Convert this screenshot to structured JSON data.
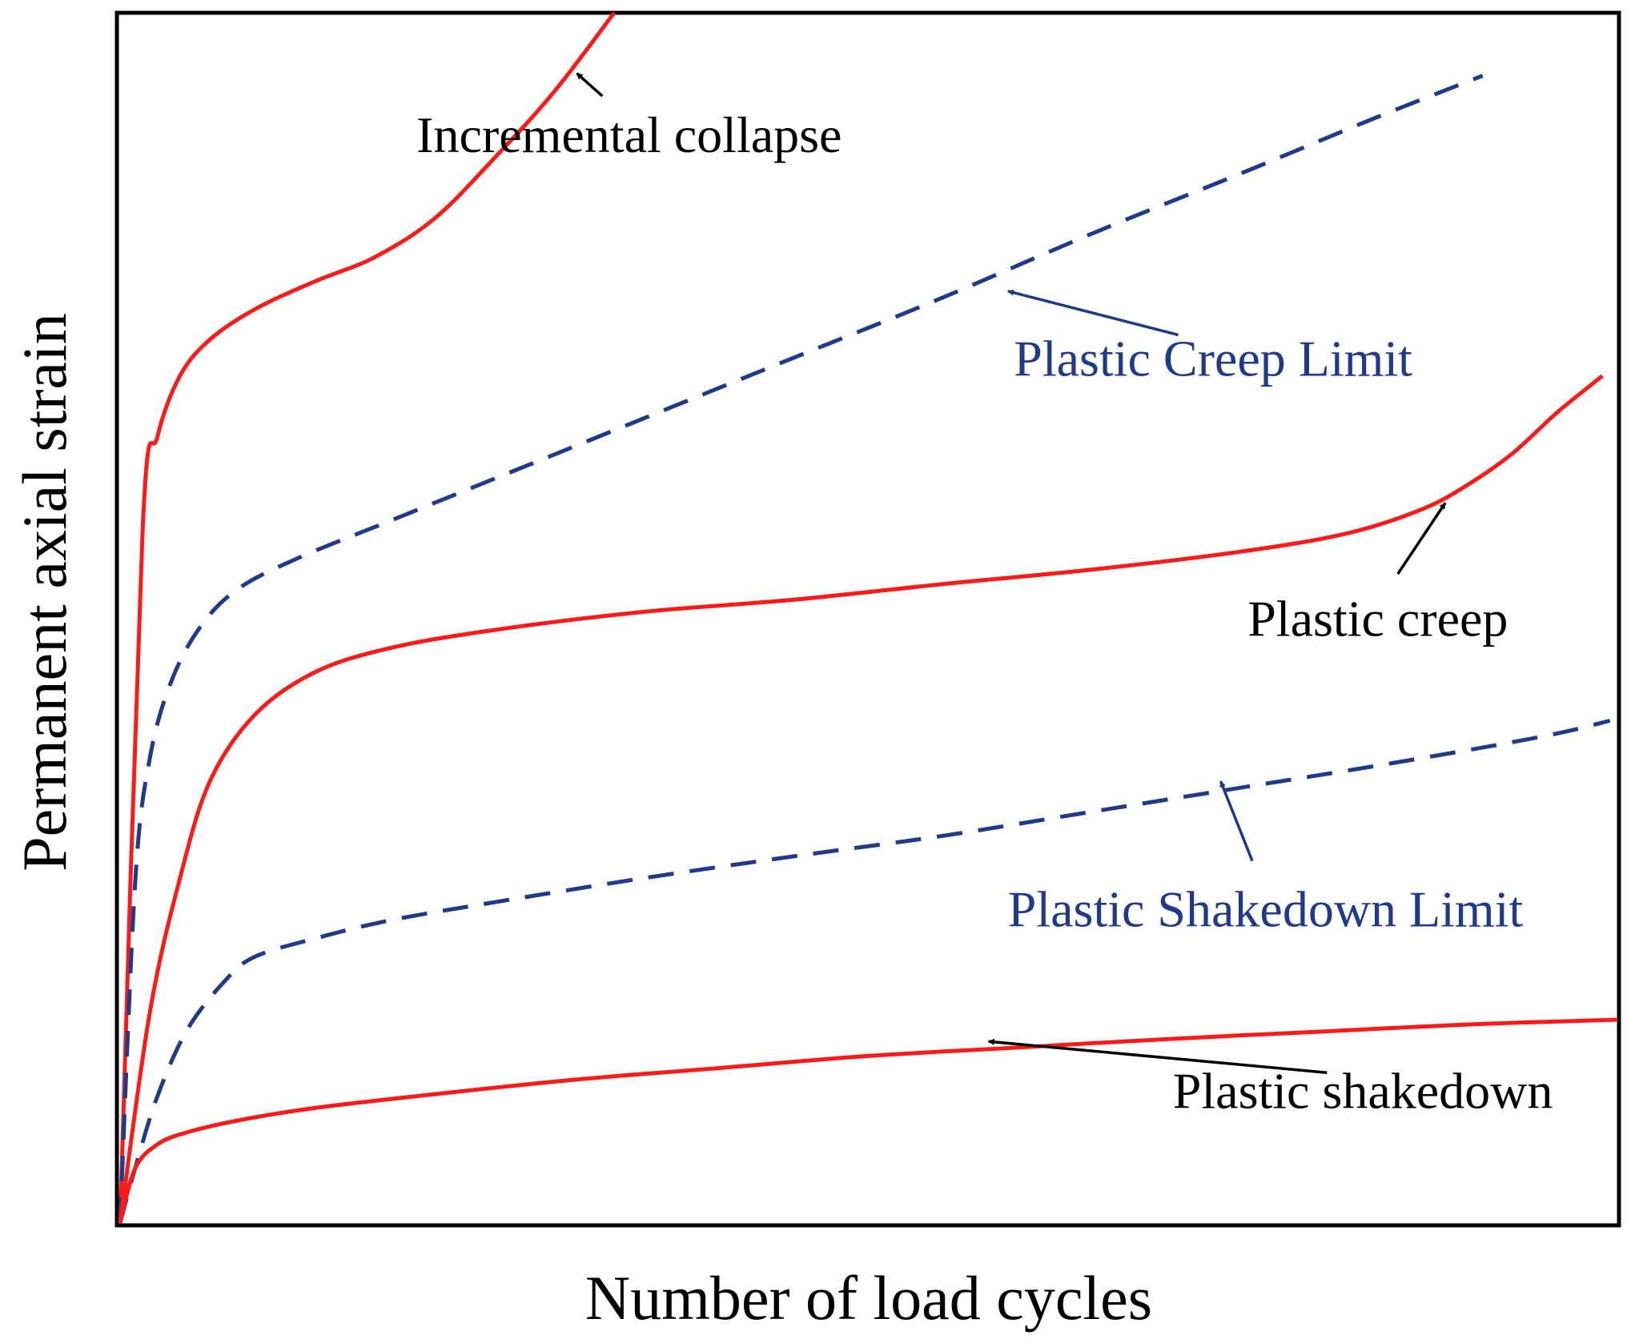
{
  "chart_data": {
    "type": "line",
    "xlabel": "Number of load cycles",
    "ylabel": "Permanent axial strain",
    "xlim": [
      0,
      100
    ],
    "ylim": [
      0,
      100
    ],
    "grid": false,
    "ticks": false,
    "series": [
      {
        "name": "Incremental collapse",
        "color": "#ff1a1a",
        "dash": false,
        "x": [
          0,
          1.5,
          2.5,
          4.0,
          6.0,
          9.0,
          13.0,
          17.0,
          21.0,
          25.0,
          29.0,
          33.0
        ],
        "y": [
          0,
          57.2,
          65.0,
          70.0,
          73.0,
          75.5,
          77.8,
          79.8,
          83.0,
          88.0,
          93.5,
          100.0
        ]
      },
      {
        "name": "Plastic Creep Limit",
        "color": "#1f3a8a",
        "dash": true,
        "x": [
          0,
          1.0,
          2.0,
          3.5,
          5.5,
          8.0,
          12.0,
          18.0,
          25.0,
          35.0,
          45.0,
          55.0,
          65.0,
          75.0,
          84.0,
          91.0
        ],
        "y": [
          0,
          28.0,
          38.5,
          45.0,
          49.5,
          52.5,
          55.0,
          58.0,
          61.5,
          66.5,
          71.5,
          76.5,
          81.8,
          86.8,
          91.4,
          94.8
        ]
      },
      {
        "name": "Plastic creep",
        "color": "#ff1a1a",
        "dash": false,
        "x": [
          0,
          2.0,
          4.0,
          6.0,
          9.0,
          13.0,
          18.0,
          25.0,
          35.0,
          45.0,
          55.0,
          65.0,
          75.0,
          82.0,
          87.0,
          90.0,
          93.0,
          96.0,
          99.0
        ],
        "y": [
          0,
          17.5,
          28.5,
          36.5,
          42.0,
          45.5,
          47.5,
          49.0,
          50.5,
          51.5,
          52.8,
          54.0,
          55.5,
          57.0,
          59.0,
          61.0,
          63.6,
          67.0,
          70.0
        ]
      },
      {
        "name": "Plastic Shakedown Limit",
        "color": "#1f3a8a",
        "dash": true,
        "x": [
          0,
          1.0,
          2.5,
          4.5,
          7.0,
          9.0,
          13.0,
          18.0,
          25.0,
          35.0,
          45.0,
          55.0,
          65.0,
          75.0,
          85.0,
          95.0,
          99.5
        ],
        "y": [
          0,
          4.5,
          10.5,
          16.0,
          20.0,
          22.0,
          23.5,
          25.0,
          26.5,
          28.5,
          30.3,
          32.0,
          34.0,
          36.0,
          38.0,
          40.2,
          41.5
        ]
      },
      {
        "name": "Plastic shakedown",
        "color": "#ff1a1a",
        "dash": false,
        "x": [
          0,
          1.0,
          2.5,
          4.5,
          8.0,
          13.0,
          20.0,
          30.0,
          40.0,
          50.0,
          60.0,
          70.0,
          80.0,
          90.0,
          100.0
        ],
        "y": [
          0,
          4.5,
          6.5,
          7.5,
          8.5,
          9.5,
          10.5,
          11.8,
          12.8,
          13.8,
          14.5,
          15.2,
          15.8,
          16.4,
          16.8
        ]
      }
    ],
    "annotations": [
      {
        "text": "Incremental collapse",
        "color": "#000000",
        "arrow_color": "#000000",
        "point_x": 30.5,
        "point_y": 95.0,
        "text_x": 34.0,
        "text_y": 88.5,
        "anchor": "middle"
      },
      {
        "text": "Plastic Creep Limit",
        "color": "#1f3a8a",
        "arrow_color": "#1f3a8a",
        "point_x": 59.3,
        "point_y": 77.0,
        "text_x": 73.0,
        "text_y": 70.0,
        "anchor": "middle"
      },
      {
        "text": "Plastic creep",
        "color": "#000000",
        "arrow_color": "#000000",
        "point_x": 88.5,
        "point_y": 59.5,
        "text_x": 84.0,
        "text_y": 48.5,
        "anchor": "middle"
      },
      {
        "text": "Plastic Shakedown Limit",
        "color": "#1f3a8a",
        "arrow_color": "#1f3a8a",
        "point_x": 73.5,
        "point_y": 36.5,
        "text_x": 76.5,
        "text_y": 24.5,
        "anchor": "middle"
      },
      {
        "text": "Plastic shakedown",
        "color": "#000000",
        "arrow_color": "#000000",
        "point_x": 58.0,
        "point_y": 15.0,
        "text_x": 83.0,
        "text_y": 9.5,
        "anchor": "middle"
      }
    ]
  }
}
